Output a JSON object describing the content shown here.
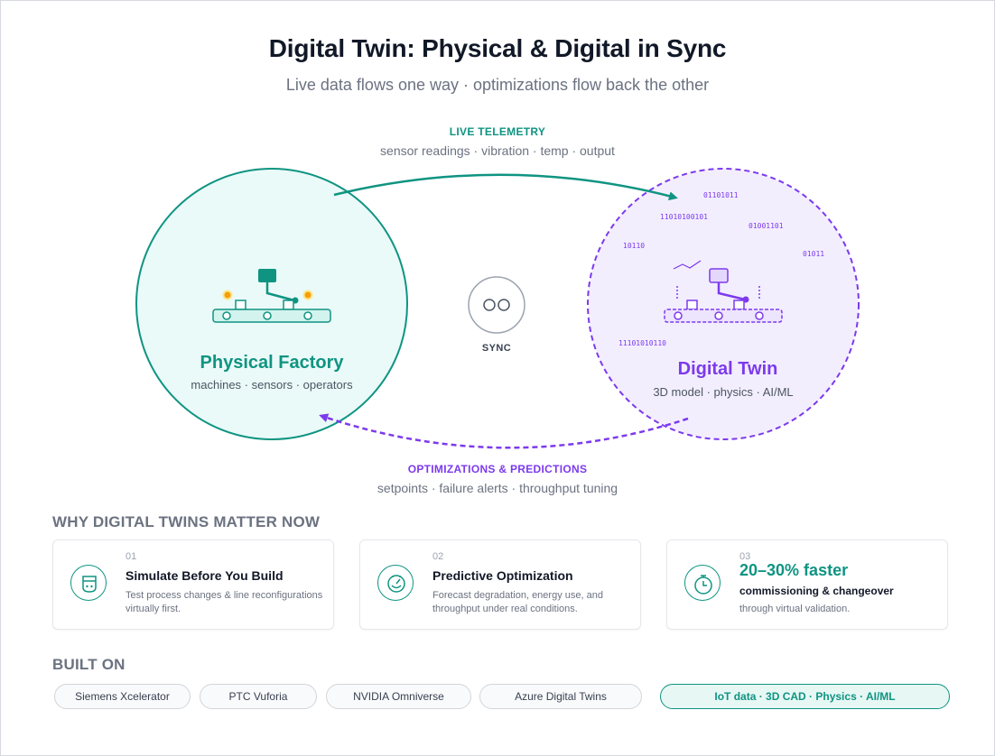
{
  "header": {
    "title": "Digital Twin: Physical & Digital in Sync",
    "subtitle": "Live data flows one way · optimizations flow back the other"
  },
  "telemetry": {
    "heading": "LIVE TELEMETRY",
    "detail": "sensor readings · vibration · temp · output"
  },
  "optimizations": {
    "heading": "OPTIMIZATIONS & PREDICTIONS",
    "detail": "setpoints · failure alerts · throughput tuning"
  },
  "physical": {
    "title": "Physical Factory",
    "subtitle": "machines · sensors · operators"
  },
  "digital": {
    "title": "Digital Twin",
    "subtitle": "3D model · physics · AI/ML",
    "binary": [
      "01101011",
      "11010100101",
      "01001101",
      "10110",
      "01011",
      "11101010110"
    ]
  },
  "sync": {
    "label": "SYNC"
  },
  "why": {
    "heading": "WHY DIGITAL TWINS MATTER NOW",
    "cards": [
      {
        "num": "01",
        "title": "Simulate Before You Build",
        "desc": "Test process changes & line reconfigurations virtually first.",
        "icon": "device-icon"
      },
      {
        "num": "02",
        "title": "Predictive Optimization",
        "desc": "Forecast degradation, energy use, and throughput under real conditions.",
        "icon": "gauge-icon"
      },
      {
        "num": "03",
        "stat": "20–30% faster",
        "title": "commissioning & changeover",
        "desc": "through virtual validation.",
        "icon": "stopwatch-icon"
      }
    ]
  },
  "built_on": {
    "heading": "BUILT ON",
    "pills": [
      "Siemens Xcelerator",
      "PTC Vuforia",
      "NVIDIA Omniverse",
      "Azure Digital Twins"
    ],
    "accent_pill": "IoT data · 3D CAD · Physics · AI/ML"
  },
  "colors": {
    "teal": "#0f9482",
    "purple": "#7c3aed",
    "teal_fill": "#eafaf8",
    "purple_fill": "#f3eefe"
  }
}
